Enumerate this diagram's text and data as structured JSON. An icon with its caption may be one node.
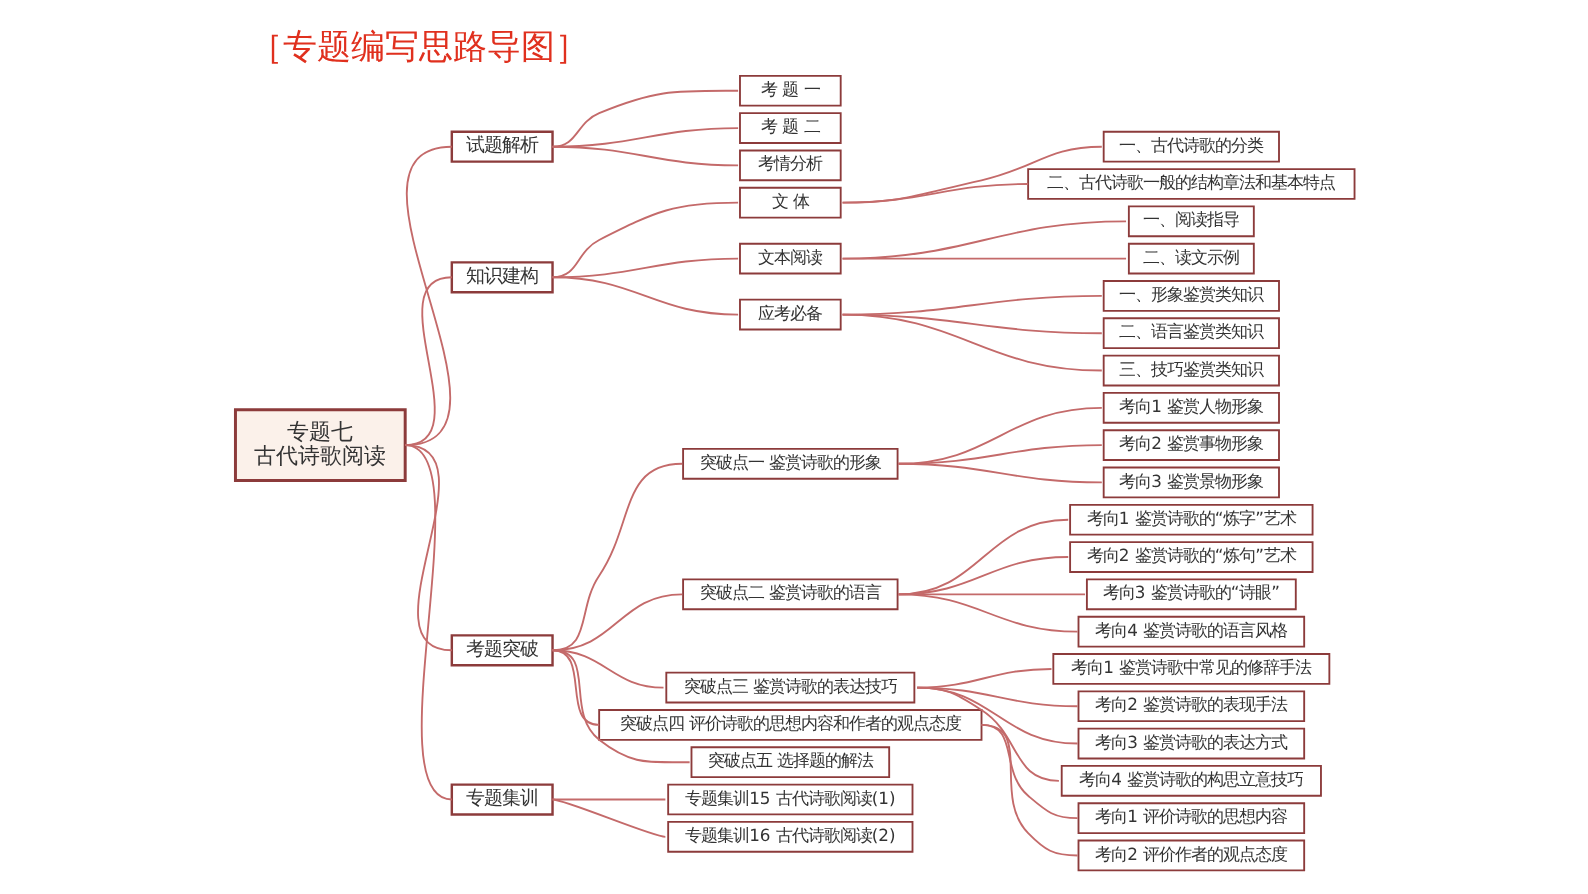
{
  "diagram": {
    "title": "［专题编写思路导图］",
    "nodes": [
      {
        "text": [
          "专题七",
          "古代诗歌阅读"
        ]
      },
      {
        "text": [
          "试题解析"
        ]
      },
      {
        "text": [
          "考 题 一"
        ]
      },
      {
        "text": [
          "考 题 二"
        ]
      },
      {
        "text": [
          "考情分析"
        ]
      },
      {
        "text": [
          "知识建构"
        ]
      },
      {
        "text": [
          "文 体"
        ]
      },
      {
        "text": [
          "一、古代诗歌的分类"
        ]
      },
      {
        "text": [
          "二、古代诗歌一般的结构章法和基本特点"
        ]
      },
      {
        "text": [
          "文本阅读"
        ]
      },
      {
        "text": [
          "一、阅读指导"
        ]
      },
      {
        "text": [
          "二、读文示例"
        ]
      },
      {
        "text": [
          "应考必备"
        ]
      },
      {
        "text": [
          "一、形象鉴赏类知识"
        ]
      },
      {
        "text": [
          "二、语言鉴赏类知识"
        ]
      },
      {
        "text": [
          "三、技巧鉴赏类知识"
        ]
      },
      {
        "text": [
          "考题突破"
        ]
      },
      {
        "text": [
          "突破点一 鉴赏诗歌的形象"
        ]
      },
      {
        "text": [
          "考向1 鉴赏人物形象"
        ]
      },
      {
        "text": [
          "考向2 鉴赏事物形象"
        ]
      },
      {
        "text": [
          "考向3 鉴赏景物形象"
        ]
      },
      {
        "text": [
          "突破点二 鉴赏诗歌的语言"
        ]
      },
      {
        "text": [
          "考向1 鉴赏诗歌的“炼字”艺术"
        ]
      },
      {
        "text": [
          "考向2 鉴赏诗歌的“炼句”艺术"
        ]
      },
      {
        "text": [
          "考向3 鉴赏诗歌的“诗眼”"
        ]
      },
      {
        "text": [
          "考向4 鉴赏诗歌的语言风格"
        ]
      },
      {
        "text": [
          "突破点三 鉴赏诗歌的表达技巧"
        ]
      },
      {
        "text": [
          "考向1 鉴赏诗歌中常见的修辞手法"
        ]
      },
      {
        "text": [
          "考向2 鉴赏诗歌的表现手法"
        ]
      },
      {
        "text": [
          "考向3 鉴赏诗歌的表达方式"
        ]
      },
      {
        "text": [
          "考向4 鉴赏诗歌的构思立意技巧"
        ]
      },
      {
        "text": [
          "突破点四 评价诗歌的思想内容和作者的观点态度"
        ]
      },
      {
        "text": [
          "考向1 评价诗歌的思想内容"
        ]
      },
      {
        "text": [
          "考向2 评价作者的观点态度"
        ]
      },
      {
        "text": [
          "突破点五 选择题的解法"
        ]
      },
      {
        "text": [
          "专题集训"
        ]
      },
      {
        "text": [
          "专题集训15 古代诗歌阅读(1)"
        ]
      },
      {
        "text": [
          "专题集训16 古代诗歌阅读(2)"
        ]
      }
    ],
    "edges": [
      {
        "from": 0,
        "to": 1,
        "arrow": "none"
      },
      {
        "from": 1,
        "to": 2,
        "arrow": "none"
      },
      {
        "from": 1,
        "to": 3,
        "arrow": "none"
      },
      {
        "from": 1,
        "to": 4,
        "arrow": "none"
      },
      {
        "from": 0,
        "to": 5,
        "arrow": "none"
      },
      {
        "from": 5,
        "to": 6,
        "arrow": "none"
      },
      {
        "from": 6,
        "to": 7,
        "arrow": "none"
      },
      {
        "from": 6,
        "to": 8,
        "arrow": "none"
      },
      {
        "from": 5,
        "to": 9,
        "arrow": "none"
      },
      {
        "from": 9,
        "to": 10,
        "arrow": "none"
      },
      {
        "from": 9,
        "to": 11,
        "arrow": "none"
      },
      {
        "from": 5,
        "to": 12,
        "arrow": "none"
      },
      {
        "from": 12,
        "to": 13,
        "arrow": "none"
      },
      {
        "from": 12,
        "to": 14,
        "arrow": "none"
      },
      {
        "from": 12,
        "to": 15,
        "arrow": "none"
      },
      {
        "from": 0,
        "to": 16,
        "arrow": "none"
      },
      {
        "from": 16,
        "to": 17,
        "arrow": "none"
      },
      {
        "from": 17,
        "to": 18,
        "arrow": "none"
      },
      {
        "from": 17,
        "to": 19,
        "arrow": "none"
      },
      {
        "from": 17,
        "to": 20,
        "arrow": "none"
      },
      {
        "from": 16,
        "to": 21,
        "arrow": "none"
      },
      {
        "from": 21,
        "to": 22,
        "arrow": "none"
      },
      {
        "from": 21,
        "to": 23,
        "arrow": "none"
      },
      {
        "from": 21,
        "to": 24,
        "arrow": "none"
      },
      {
        "from": 21,
        "to": 25,
        "arrow": "none"
      },
      {
        "from": 16,
        "to": 26,
        "arrow": "none"
      },
      {
        "from": 26,
        "to": 27,
        "arrow": "none"
      },
      {
        "from": 26,
        "to": 28,
        "arrow": "none"
      },
      {
        "from": 26,
        "to": 29,
        "arrow": "none"
      },
      {
        "from": 26,
        "to": 30,
        "arrow": "none"
      },
      {
        "from": 16,
        "to": 31,
        "arrow": "none"
      },
      {
        "from": 31,
        "to": 32,
        "arrow": "none"
      },
      {
        "from": 31,
        "to": 33,
        "arrow": "none"
      },
      {
        "from": 16,
        "to": 34,
        "arrow": "none"
      },
      {
        "from": 0,
        "to": 35,
        "arrow": "none"
      },
      {
        "from": 35,
        "to": 36,
        "arrow": "none"
      },
      {
        "from": 35,
        "to": 37,
        "arrow": "none"
      }
    ]
  }
}
